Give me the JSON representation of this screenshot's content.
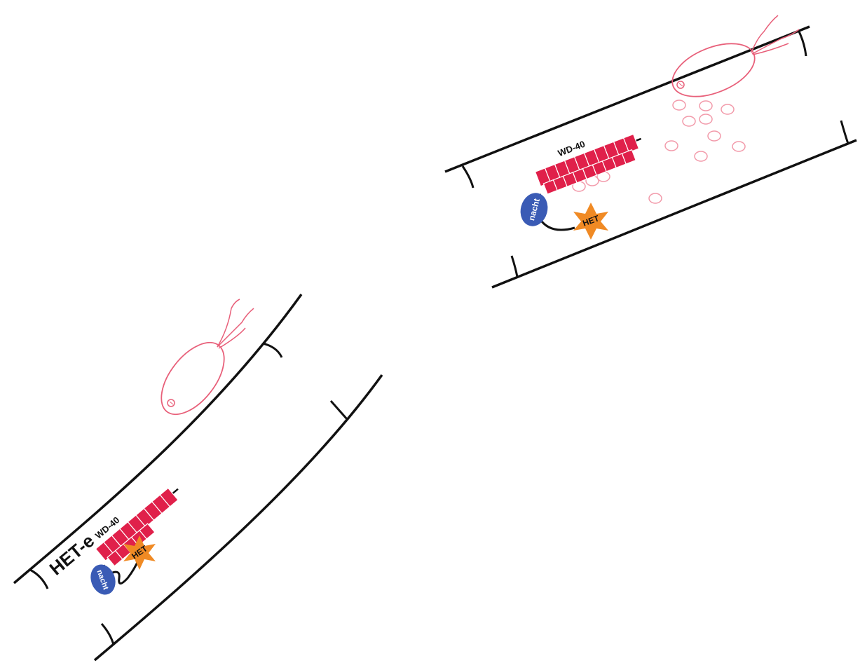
{
  "panels": [
    {
      "id": "lower-left",
      "gene_label": "HET-e",
      "repeat_label": "WD-40",
      "nacht_label": "nacht",
      "het_label": "HET"
    },
    {
      "id": "upper-right",
      "gene_label": "",
      "repeat_label": "WD-40",
      "nacht_label": "nacht",
      "het_label": "HET"
    }
  ],
  "colors": {
    "outline": "#111111",
    "bacterium": "#e8607a",
    "wd40": "#e0204a",
    "nacht": "#3a5bb5",
    "het": "#f08a24",
    "vesicle": "#f29aaa"
  }
}
